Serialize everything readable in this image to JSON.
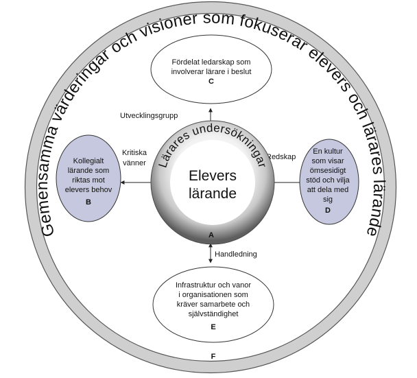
{
  "outer_ring": {
    "arc_text": "Gemensamma värderingar och visioner som fokuserar elevers och lärares lärande",
    "letter": "F"
  },
  "center_ring": {
    "arc_text": "Lärares undersökningar",
    "center_text_line1": "Elevers",
    "center_text_line2": "lärande",
    "letter": "A"
  },
  "node_top": {
    "line1": "Fördelat ledarskap som",
    "line2": "involverar lärare i beslut",
    "letter": "C"
  },
  "node_left": {
    "line1": "Kollegialt",
    "line2": "lärande som",
    "line3": "riktas mot",
    "line4": "elevers behov",
    "letter": "B"
  },
  "node_right": {
    "line1": "En kultur",
    "line2": "som visar",
    "line3": "ömsesidigt",
    "line4": "stöd och vilja",
    "line5": "att dela med",
    "line6": "sig",
    "letter": "D"
  },
  "node_bottom": {
    "line1": "Infrastruktur och vanor",
    "line2": "i organisationen som",
    "line3": "kräver samarbete och",
    "line4": "självständighet",
    "letter": "E"
  },
  "connectors": {
    "top_label": "Utvecklingsgrupp",
    "left_label_line1": "Kritiska",
    "left_label_line2": "vänner",
    "right_label": "Redskap",
    "bottom_label": "Handledning"
  },
  "colors": {
    "outer_ring": "#cfcfcf",
    "side_nodes_fill": "#c5c8de",
    "center_ring_dark": "#6b6b6b",
    "center_ring_light": "#e2e2e2"
  }
}
